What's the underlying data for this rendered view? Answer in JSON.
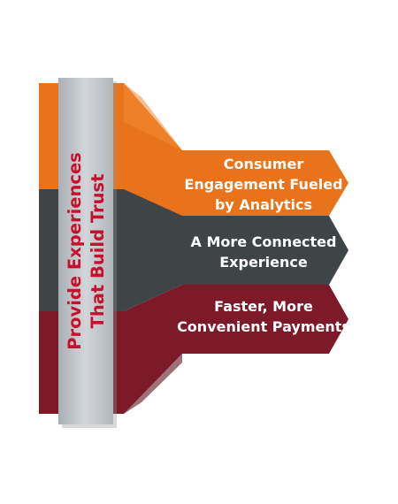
{
  "vertical_title": {
    "line1": "Provide Experiences",
    "line2": "That Build Trust"
  },
  "arrows": [
    {
      "lines": [
        "Consumer",
        "Engagement Fueled",
        "by Analytics"
      ],
      "color": "#e8731a"
    },
    {
      "lines": [
        "A More Connected",
        "Experience"
      ],
      "color": "#3f4447"
    },
    {
      "lines": [
        "Faster, More",
        "Convenient Payments"
      ],
      "color": "#7d1a2a"
    }
  ],
  "colors": {
    "bar": "#c7ccd0",
    "vertical_text": "#c8102e",
    "label_text": "#ffffff"
  }
}
